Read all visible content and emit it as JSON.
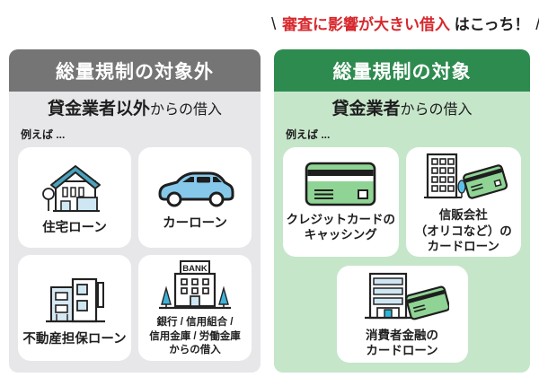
{
  "annotation": {
    "slash_left": "\\",
    "highlight": "審査に影響が大きい借入",
    "rest": "はこっち！",
    "slash_right": "/"
  },
  "left_panel": {
    "header": "総量規制の対象外",
    "subtitle_bold": "貸金業者以外",
    "subtitle_rest": "からの借入",
    "example_label": "例えば ...",
    "cards": [
      {
        "icon": "house-icon",
        "label": "住宅ローン"
      },
      {
        "icon": "car-icon",
        "label": "カーローン"
      },
      {
        "icon": "building-icon",
        "label": "不動産担保ローン"
      },
      {
        "icon": "bank-icon",
        "label": "銀行 / 信用組合 /\n信用金庫 / 労働金庫\nからの借入"
      }
    ]
  },
  "right_panel": {
    "header": "総量規制の対象",
    "subtitle_bold": "貸金業者",
    "subtitle_rest": "からの借入",
    "example_label": "例えば ...",
    "cards": [
      {
        "icon": "credit-card-icon",
        "label": "クレジットカードの\nキャッシング"
      },
      {
        "icon": "company-card-icon",
        "label": "信販会社\n（オリコなど）の\nカードローン"
      },
      {
        "icon": "consumer-finance-icon",
        "label": "消費者金融の\nカードローン"
      }
    ]
  },
  "icons": {
    "bank_sign": "BANK"
  },
  "colors": {
    "accent_red": "#d7282d",
    "header_gray": "#757575",
    "header_green": "#2e8b4f",
    "panel_gray": "#e7e7e9",
    "panel_green": "#c6e6ca",
    "card_white": "#ffffff",
    "icon_car_blue": "#86c8ea",
    "icon_roof_teal": "#4aa2bc",
    "icon_light_blue": "#cfe7f3",
    "icon_card_green": "#8fd494",
    "icon_tree_blue": "#3fb3d9"
  }
}
